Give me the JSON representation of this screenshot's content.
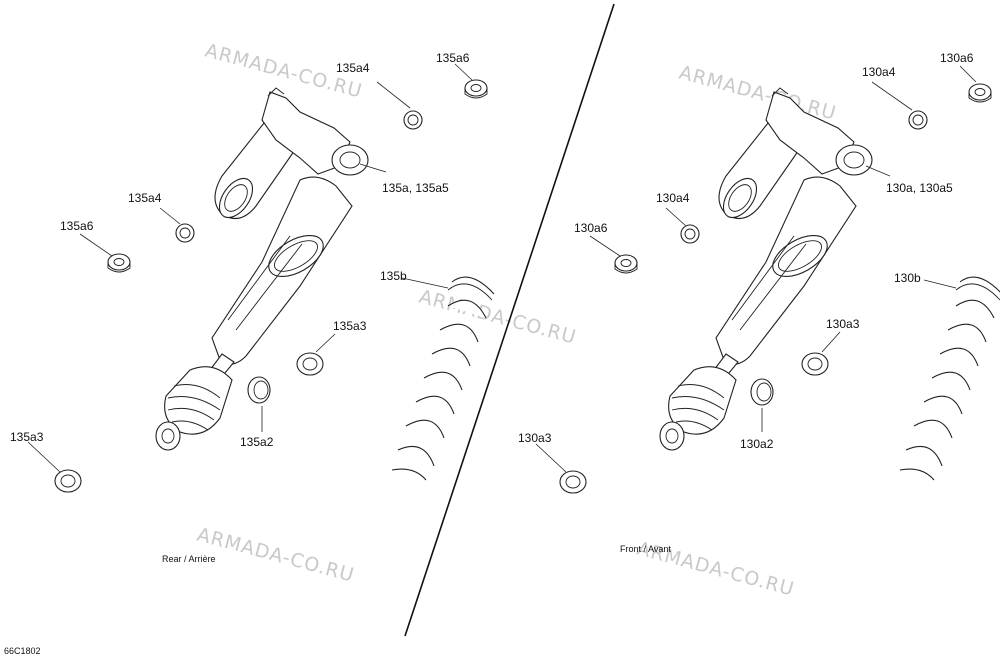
{
  "watermark": "ARMADA-CO.RU",
  "diagram_code": "66C1802",
  "views": {
    "rear": {
      "caption": "Rear / Arrière",
      "labels": {
        "upper_washer": "135a4",
        "upper_nut": "135a6",
        "mount_bolt": "135a, 135a5",
        "left_washer": "135a4",
        "left_nut": "135a6",
        "spring": "135b",
        "bearing_right": "135a3",
        "spacer": "135a2",
        "bearing_left": "135a3"
      }
    },
    "front": {
      "caption": "Front / Avant",
      "labels": {
        "upper_washer": "130a4",
        "upper_nut": "130a6",
        "mount_bolt": "130a, 130a5",
        "left_washer": "130a4",
        "left_nut": "130a6",
        "spring": "130b",
        "bearing_right": "130a3",
        "spacer": "130a2",
        "bearing_left": "130a3"
      }
    }
  }
}
